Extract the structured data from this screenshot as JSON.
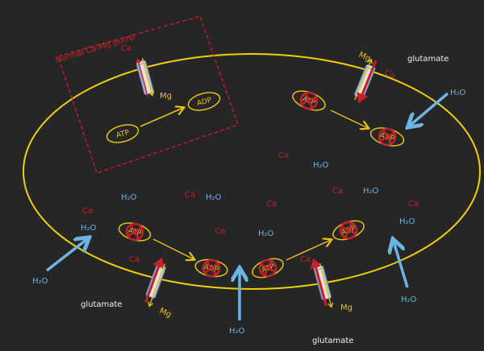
{
  "title": "Normal Ca-Mg pump",
  "labels": {
    "ca": "Ca",
    "mg": "Mg",
    "h2o": "H₂O",
    "glutamate": "glutamate",
    "atp": "ATP",
    "adp": "ADP"
  },
  "colors": {
    "background": "#262626",
    "membrane": "#f0d000",
    "calcium": "#c8202a",
    "water": "#6cb4e4",
    "text_light": "#f2f2f2"
  }
}
